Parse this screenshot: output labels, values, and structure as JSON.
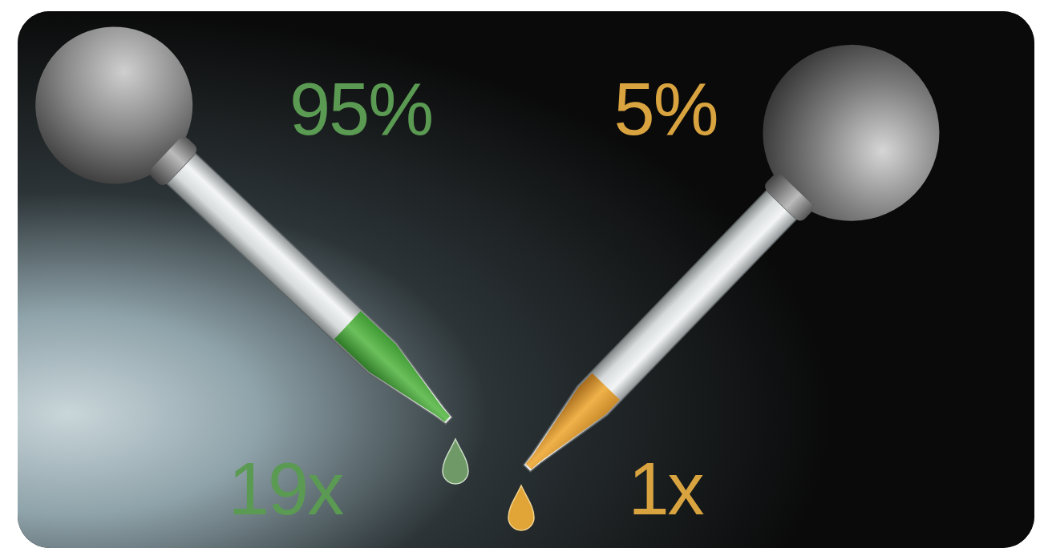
{
  "diagram": {
    "labels": [
      "95%",
      "5%",
      "19x",
      "1x"
    ]
  }
}
